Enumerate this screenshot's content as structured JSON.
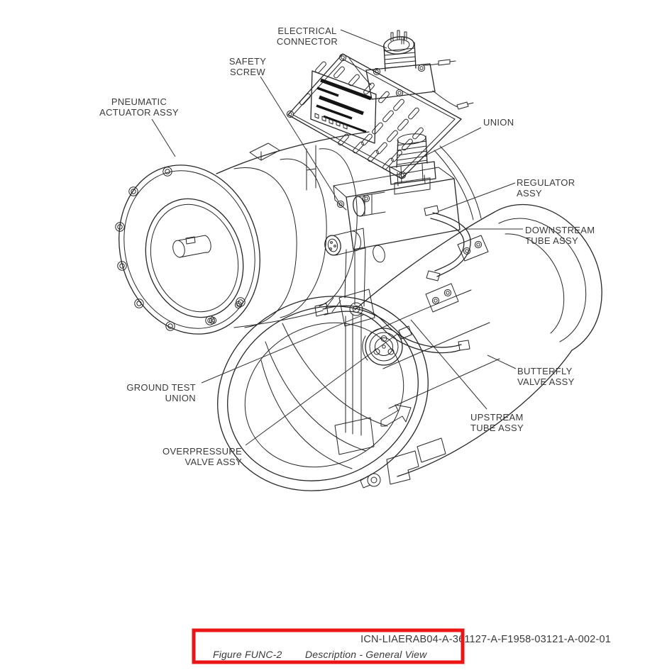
{
  "figure": {
    "icn": "ICN-LIAERAB04-A-361127-A-F1958-03121-A-002-01",
    "caption_label": "Figure FUNC-2",
    "caption_title": "Description - General View"
  },
  "callouts": {
    "electrical_connector": {
      "line1": "ELECTRICAL",
      "line2": "CONNECTOR"
    },
    "safety_screw": {
      "line1": "SAFETY",
      "line2": "SCREW"
    },
    "pneumatic_actuator": {
      "line1": "PNEUMATIC",
      "line2": "ACTUATOR ASSY"
    },
    "union": {
      "line1": "UNION"
    },
    "regulator": {
      "line1": "REGULATOR",
      "line2": "ASSY"
    },
    "downstream_tube": {
      "line1": "DOWNSTREAM",
      "line2": "TUBE ASSY"
    },
    "butterfly_valve": {
      "line1": "BUTTERFLY",
      "line2": "VALVE ASSY"
    },
    "upstream_tube": {
      "line1": "UPSTREAM",
      "line2": "TUBE ASSY"
    },
    "ground_test_union": {
      "line1": "GROUND TEST",
      "line2": "UNION"
    },
    "overpressure_valve": {
      "line1": "OVERPRESSURE",
      "line2": "VALVE ASSY"
    }
  },
  "colors": {
    "background": "#ffffff",
    "line_art": "#262626",
    "label_text": "#3a3a3a",
    "highlight_box": "#ec1515"
  }
}
